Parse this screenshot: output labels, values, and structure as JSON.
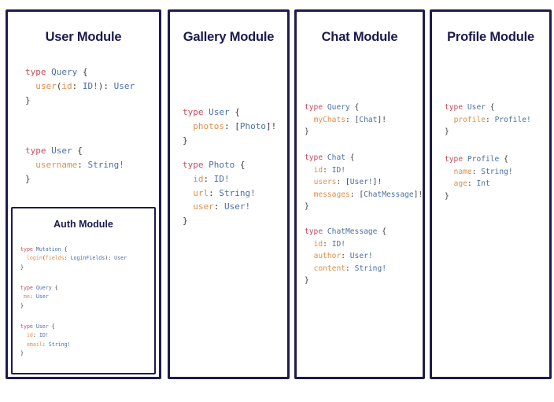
{
  "diagram": {
    "background_color": "#ffffff",
    "border_color": "#1c1c4f",
    "title_color": "#1a1a4e",
    "syntax_colors": {
      "keyword": "#c0505f",
      "type_name": "#4a6fa5",
      "field_name": "#dd8f4a",
      "punctuation": "#3c3c3c"
    },
    "panels": [
      {
        "id": "user-module",
        "title": "User Module",
        "blocks": [
          [
            [
              {
                "t": "k",
                "s": "type "
              },
              {
                "t": "t",
                "s": "Query"
              },
              {
                "t": "p",
                "s": " {"
              }
            ],
            [
              {
                "t": "p",
                "s": "  "
              },
              {
                "t": "f",
                "s": "user"
              },
              {
                "t": "p",
                "s": "("
              },
              {
                "t": "f",
                "s": "id"
              },
              {
                "t": "p",
                "s": ": "
              },
              {
                "t": "t",
                "s": "ID!"
              },
              {
                "t": "p",
                "s": "): "
              },
              {
                "t": "t",
                "s": "User"
              }
            ],
            [
              {
                "t": "p",
                "s": "}"
              }
            ]
          ],
          [
            [
              {
                "t": "k",
                "s": "type "
              },
              {
                "t": "t",
                "s": "User"
              },
              {
                "t": "p",
                "s": " {"
              }
            ],
            [
              {
                "t": "p",
                "s": "  "
              },
              {
                "t": "f",
                "s": "username"
              },
              {
                "t": "p",
                "s": ": "
              },
              {
                "t": "t",
                "s": "String!"
              }
            ],
            [
              {
                "t": "p",
                "s": "}"
              }
            ]
          ]
        ],
        "subpanel": {
          "id": "auth-module",
          "title": "Auth Module",
          "blocks": [
            [
              [
                {
                  "t": "k",
                  "s": "type "
                },
                {
                  "t": "t",
                  "s": "Mutation"
                },
                {
                  "t": "p",
                  "s": " {"
                }
              ],
              [
                {
                  "t": "p",
                  "s": "  "
                },
                {
                  "t": "f",
                  "s": "login"
                },
                {
                  "t": "p",
                  "s": "("
                },
                {
                  "t": "f",
                  "s": "fields"
                },
                {
                  "t": "p",
                  "s": ": "
                },
                {
                  "t": "t",
                  "s": "LoginFields"
                },
                {
                  "t": "p",
                  "s": "): "
                },
                {
                  "t": "t",
                  "s": "User"
                }
              ],
              [
                {
                  "t": "p",
                  "s": "}"
                }
              ]
            ],
            [
              [
                {
                  "t": "k",
                  "s": "type "
                },
                {
                  "t": "t",
                  "s": "Query"
                },
                {
                  "t": "p",
                  "s": " {"
                }
              ],
              [
                {
                  "t": "p",
                  "s": " "
                },
                {
                  "t": "f",
                  "s": "me"
                },
                {
                  "t": "p",
                  "s": ": "
                },
                {
                  "t": "t",
                  "s": "User"
                }
              ],
              [
                {
                  "t": "p",
                  "s": "}"
                }
              ]
            ],
            [
              [
                {
                  "t": "k",
                  "s": "type "
                },
                {
                  "t": "t",
                  "s": "User"
                },
                {
                  "t": "p",
                  "s": " {"
                }
              ],
              [
                {
                  "t": "p",
                  "s": "  "
                },
                {
                  "t": "f",
                  "s": "id"
                },
                {
                  "t": "p",
                  "s": ": "
                },
                {
                  "t": "t",
                  "s": "ID!"
                }
              ],
              [
                {
                  "t": "p",
                  "s": "  "
                },
                {
                  "t": "f",
                  "s": "email"
                },
                {
                  "t": "p",
                  "s": ": "
                },
                {
                  "t": "t",
                  "s": "String!"
                }
              ],
              [
                {
                  "t": "p",
                  "s": "}"
                }
              ]
            ]
          ]
        }
      },
      {
        "id": "gallery-module",
        "title": "Gallery Module",
        "blocks": [
          [
            [
              {
                "t": "k",
                "s": "type "
              },
              {
                "t": "t",
                "s": "User"
              },
              {
                "t": "p",
                "s": " {"
              }
            ],
            [
              {
                "t": "p",
                "s": "  "
              },
              {
                "t": "f",
                "s": "photos"
              },
              {
                "t": "p",
                "s": ": ["
              },
              {
                "t": "t",
                "s": "Photo"
              },
              {
                "t": "p",
                "s": "]!"
              }
            ],
            [
              {
                "t": "p",
                "s": "}"
              }
            ]
          ],
          [
            [
              {
                "t": "k",
                "s": "type "
              },
              {
                "t": "t",
                "s": "Photo"
              },
              {
                "t": "p",
                "s": " {"
              }
            ],
            [
              {
                "t": "p",
                "s": "  "
              },
              {
                "t": "f",
                "s": "id"
              },
              {
                "t": "p",
                "s": ": "
              },
              {
                "t": "t",
                "s": "ID!"
              }
            ],
            [
              {
                "t": "p",
                "s": "  "
              },
              {
                "t": "f",
                "s": "url"
              },
              {
                "t": "p",
                "s": ": "
              },
              {
                "t": "t",
                "s": "String!"
              }
            ],
            [
              {
                "t": "p",
                "s": "  "
              },
              {
                "t": "f",
                "s": "user"
              },
              {
                "t": "p",
                "s": ": "
              },
              {
                "t": "t",
                "s": "User!"
              }
            ],
            [
              {
                "t": "p",
                "s": "}"
              }
            ]
          ]
        ]
      },
      {
        "id": "chat-module",
        "title": "Chat Module",
        "blocks": [
          [
            [
              {
                "t": "k",
                "s": "type "
              },
              {
                "t": "t",
                "s": "Query"
              },
              {
                "t": "p",
                "s": " {"
              }
            ],
            [
              {
                "t": "p",
                "s": "  "
              },
              {
                "t": "f",
                "s": "myChats"
              },
              {
                "t": "p",
                "s": ": ["
              },
              {
                "t": "t",
                "s": "Chat"
              },
              {
                "t": "p",
                "s": "]!"
              }
            ],
            [
              {
                "t": "p",
                "s": "}"
              }
            ]
          ],
          [
            [
              {
                "t": "k",
                "s": "type "
              },
              {
                "t": "t",
                "s": "Chat"
              },
              {
                "t": "p",
                "s": " {"
              }
            ],
            [
              {
                "t": "p",
                "s": "  "
              },
              {
                "t": "f",
                "s": "id"
              },
              {
                "t": "p",
                "s": ": "
              },
              {
                "t": "t",
                "s": "ID!"
              }
            ],
            [
              {
                "t": "p",
                "s": "  "
              },
              {
                "t": "f",
                "s": "users"
              },
              {
                "t": "p",
                "s": ": ["
              },
              {
                "t": "t",
                "s": "User!"
              },
              {
                "t": "p",
                "s": "]!"
              }
            ],
            [
              {
                "t": "p",
                "s": "  "
              },
              {
                "t": "f",
                "s": "messages"
              },
              {
                "t": "p",
                "s": ": ["
              },
              {
                "t": "t",
                "s": "ChatMessage"
              },
              {
                "t": "p",
                "s": "]!"
              }
            ],
            [
              {
                "t": "p",
                "s": "}"
              }
            ]
          ],
          [
            [
              {
                "t": "k",
                "s": "type "
              },
              {
                "t": "t",
                "s": "ChatMessage"
              },
              {
                "t": "p",
                "s": " {"
              }
            ],
            [
              {
                "t": "p",
                "s": "  "
              },
              {
                "t": "f",
                "s": "id"
              },
              {
                "t": "p",
                "s": ": "
              },
              {
                "t": "t",
                "s": "ID!"
              }
            ],
            [
              {
                "t": "p",
                "s": "  "
              },
              {
                "t": "f",
                "s": "author"
              },
              {
                "t": "p",
                "s": ": "
              },
              {
                "t": "t",
                "s": "User!"
              }
            ],
            [
              {
                "t": "p",
                "s": "  "
              },
              {
                "t": "f",
                "s": "content"
              },
              {
                "t": "p",
                "s": ": "
              },
              {
                "t": "t",
                "s": "String!"
              }
            ],
            [
              {
                "t": "p",
                "s": "}"
              }
            ]
          ]
        ]
      },
      {
        "id": "profile-module",
        "title": "Profile Module",
        "blocks": [
          [
            [
              {
                "t": "k",
                "s": "type "
              },
              {
                "t": "t",
                "s": "User"
              },
              {
                "t": "p",
                "s": " {"
              }
            ],
            [
              {
                "t": "p",
                "s": "  "
              },
              {
                "t": "f",
                "s": "profile"
              },
              {
                "t": "p",
                "s": ": "
              },
              {
                "t": "t",
                "s": "Profile!"
              }
            ],
            [
              {
                "t": "p",
                "s": "}"
              }
            ]
          ],
          [
            [
              {
                "t": "k",
                "s": "type "
              },
              {
                "t": "t",
                "s": "Profile"
              },
              {
                "t": "p",
                "s": " {"
              }
            ],
            [
              {
                "t": "p",
                "s": "  "
              },
              {
                "t": "f",
                "s": "name"
              },
              {
                "t": "p",
                "s": ": "
              },
              {
                "t": "t",
                "s": "String!"
              }
            ],
            [
              {
                "t": "p",
                "s": "  "
              },
              {
                "t": "f",
                "s": "age"
              },
              {
                "t": "p",
                "s": ": "
              },
              {
                "t": "t",
                "s": "Int"
              }
            ],
            [
              {
                "t": "p",
                "s": "}"
              }
            ]
          ]
        ]
      }
    ]
  }
}
